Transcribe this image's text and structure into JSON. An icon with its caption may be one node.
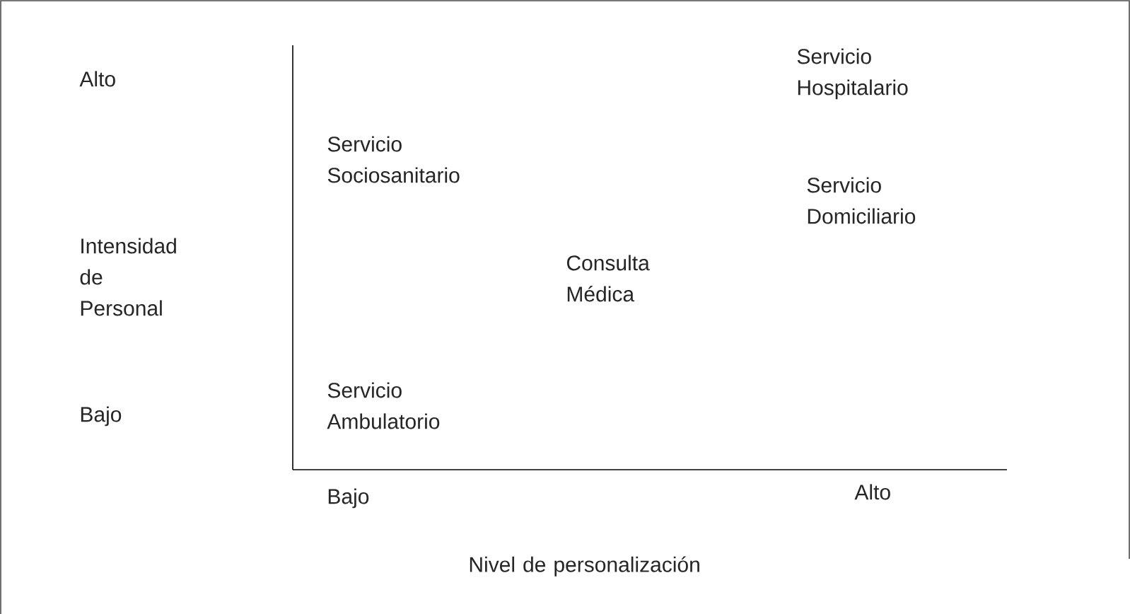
{
  "diagram": {
    "labels": [
      "Alto",
      "Servicio Hospitalario",
      "Servicio Sociosanitario",
      "Servicio Domiciliario",
      "Intensidad de Personal",
      "Consulta Médica",
      "Bajo",
      "Servicio Ambulatorio",
      "Bajo",
      "Alto",
      "Nivel de personalización"
    ]
  }
}
